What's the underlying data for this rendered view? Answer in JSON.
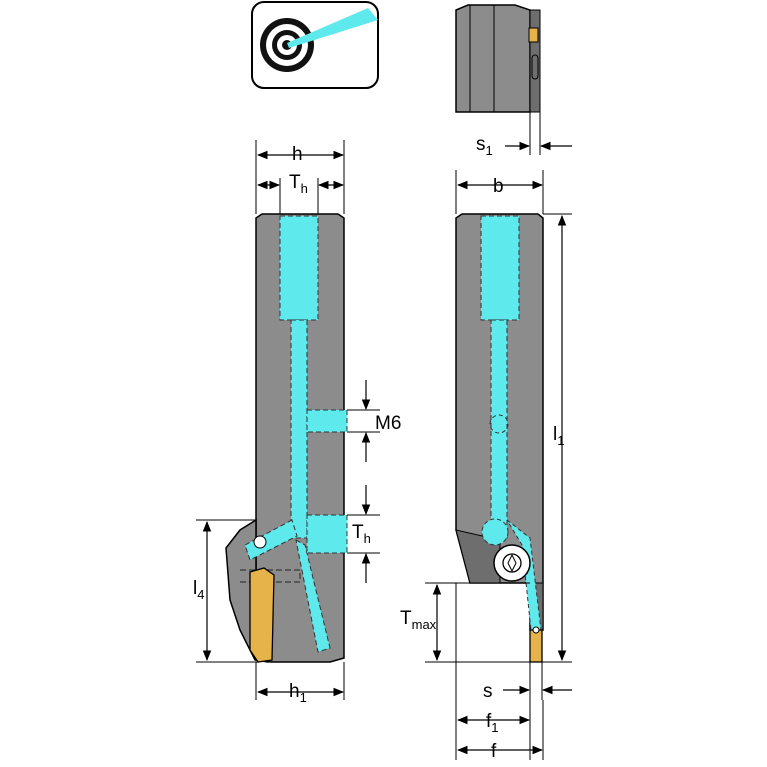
{
  "colors": {
    "body_gray": "#8c8c8c",
    "body_dark": "#6e6e6e",
    "coolant": "#5ee9ec",
    "insert_gold": "#e6b24a",
    "line": "#000000",
    "dash": "#444444"
  },
  "icon": {
    "name": "coolant-target-icon"
  },
  "labels": {
    "h": {
      "main": "h"
    },
    "th_top": {
      "main": "T",
      "sub": "h"
    },
    "b": {
      "main": "b"
    },
    "s1": {
      "main": "s",
      "sub": "1"
    },
    "m6": {
      "main": "M6"
    },
    "th_mid": {
      "main": "T",
      "sub": "h"
    },
    "l1": {
      "main": "l",
      "sub": "1"
    },
    "l4": {
      "main": "l",
      "sub": "4"
    },
    "tmax": {
      "main": "T",
      "sub": "max"
    },
    "h1": {
      "main": "h",
      "sub": "1"
    },
    "s": {
      "main": "s"
    },
    "f1": {
      "main": "f",
      "sub": "1"
    },
    "f": {
      "main": "f"
    }
  }
}
